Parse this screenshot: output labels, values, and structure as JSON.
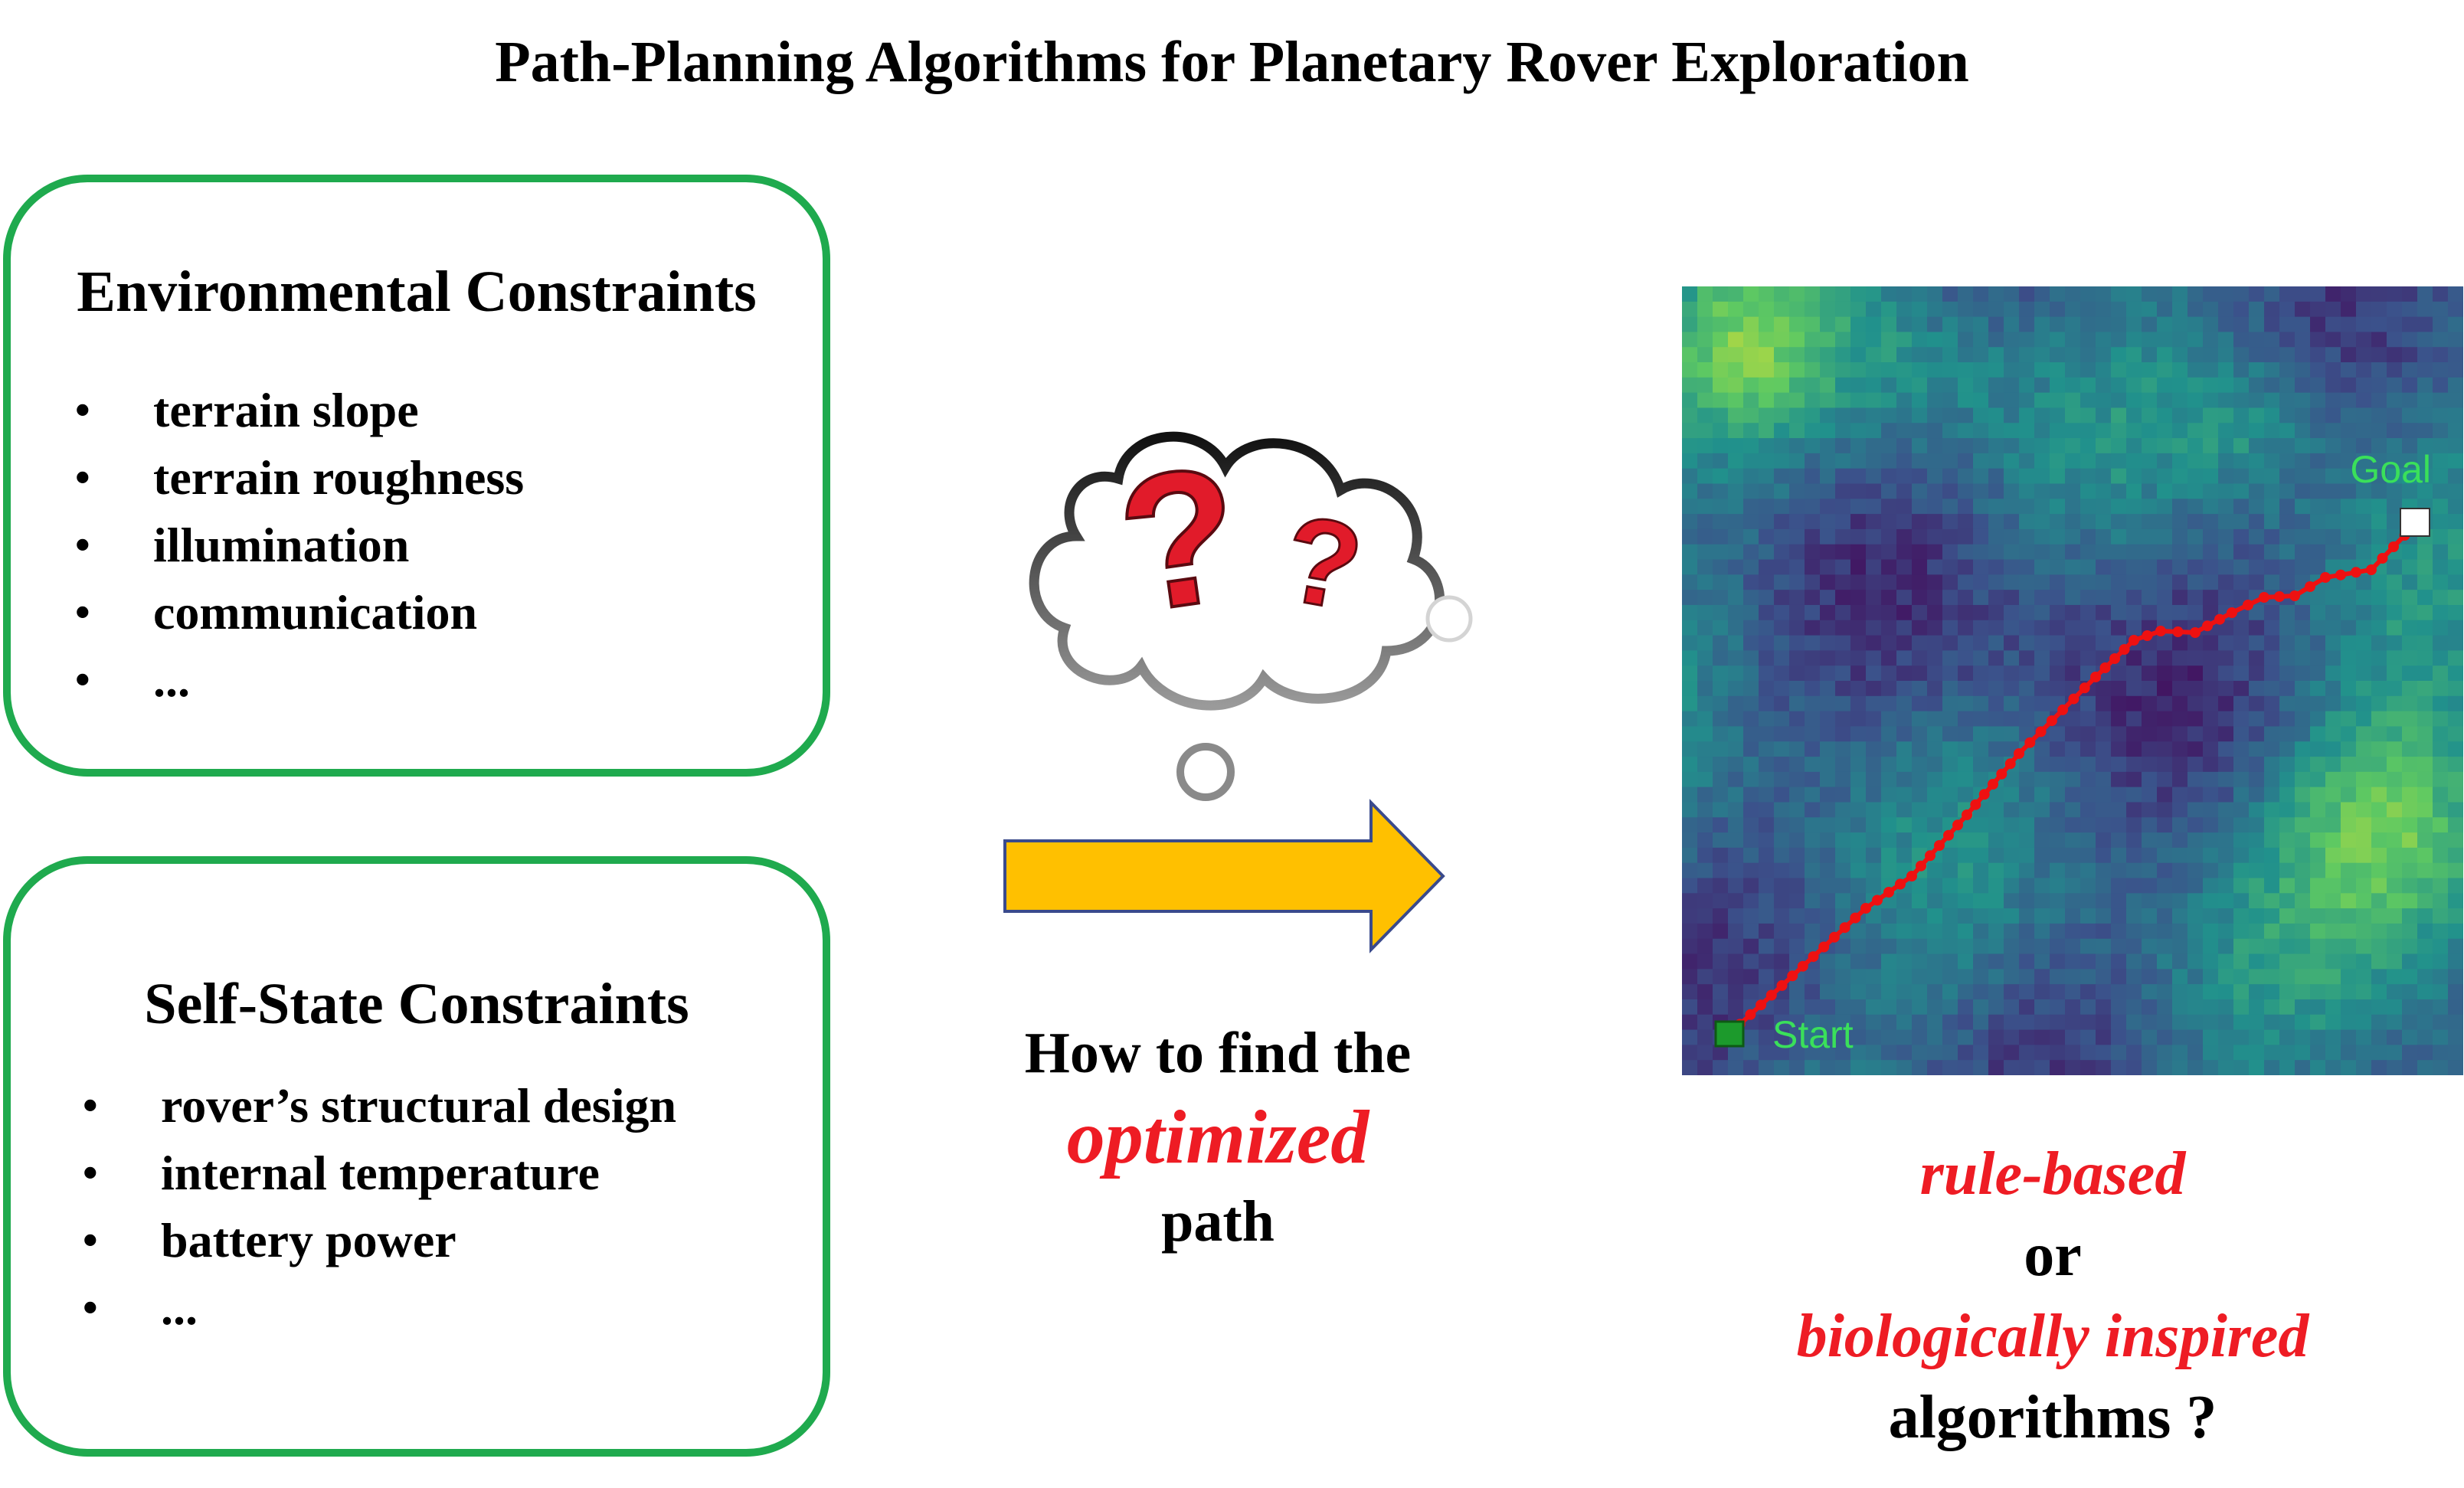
{
  "title": "Path-Planning Algorithms for Planetary Rover Exploration",
  "environmental": {
    "heading": "Environmental Constraints",
    "items": [
      "terrain slope",
      "terrain roughness",
      "illumination",
      "communication",
      "..."
    ]
  },
  "self_state": {
    "heading": "Self-State Constraints",
    "items": [
      "rover’s structural design",
      "internal temperature",
      "battery power",
      "..."
    ]
  },
  "question": {
    "line1": "How to find the",
    "emphasis": "optimized",
    "line3": "path"
  },
  "map": {
    "goal_label": "Goal",
    "start_label": "Start"
  },
  "answer": {
    "option1": "rule-based",
    "connector": "or",
    "option2": "biologically inspired",
    "suffix": "algorithms ?"
  },
  "colors": {
    "box_border": "#1faa4e",
    "emphasis_text": "#ee1c24",
    "arrow_fill": "#ffc000",
    "arrow_outline": "#3a4a8c",
    "path": "#ee1111",
    "map_label": "#3ae05a"
  },
  "icons": [
    "thought-cloud-icon",
    "question-mark-icon",
    "right-arrow-icon"
  ]
}
